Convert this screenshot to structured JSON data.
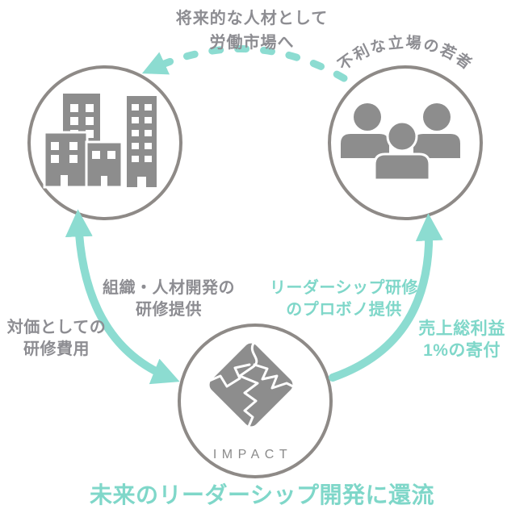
{
  "diagram": {
    "top_label": {
      "line1": "将来的な人材として",
      "line2": "労働市場へ"
    },
    "curved_label": "不利な立場の若者",
    "labels": {
      "training_provide": {
        "line1": "組織・人材開発の",
        "line2": "研修提供"
      },
      "training_fee": {
        "line1": "対価としての",
        "line2": "研修費用"
      },
      "probono": {
        "line1": "リーダーシップ研修",
        "line2": "のプロボノ提供"
      },
      "donation": {
        "line1": "売上総利益",
        "line2": "1%の寄付"
      }
    },
    "nodes": {
      "company": {
        "icon": "buildings-icon"
      },
      "youth": {
        "icon": "people-icon"
      },
      "impact": {
        "icon": "puzzle-logo-icon",
        "logo_text": "IMPACT"
      }
    },
    "bottom_title": "未来のリーダーシップ開発に還流",
    "colors": {
      "teal_text": "#7FD7C9",
      "teal_arrow": "#8CDCD1",
      "gray_text": "#8D8D92",
      "icon_gray": "#8D8D8D",
      "circle_border": "#8E8A87"
    }
  }
}
